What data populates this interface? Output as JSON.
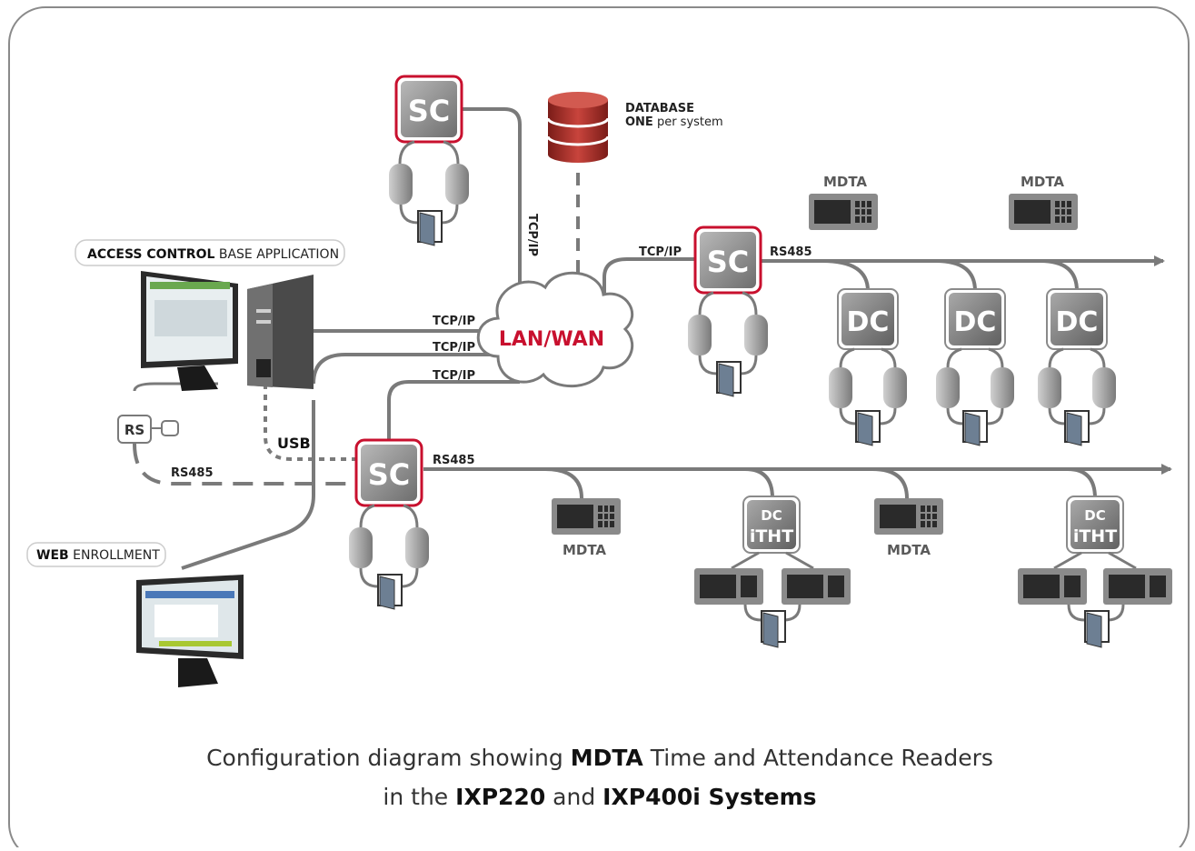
{
  "labels": {
    "database_title": "DATABASE",
    "database_one": "ONE",
    "database_rest": " per system",
    "lan_wan": "LAN/WAN",
    "tcpip": "TCP/IP",
    "rs485": "RS485",
    "usb": "USB",
    "rs": "RS",
    "sc": "SC",
    "dc": "DC",
    "dc_small": "DC",
    "itht": "iTHT",
    "mdta": "MDTA"
  },
  "access_control": {
    "bold": "ACCESS CONTROL",
    "rest": " BASE APPLICATION"
  },
  "web_enrollment": {
    "bold": "WEB",
    "rest": " ENROLLMENT"
  },
  "caption": {
    "line1_pre": "Configuration diagram showing ",
    "line1_bold": "MDTA",
    "line1_post": " Time and Attendance Readers",
    "line2_pre": "in the ",
    "line2_bold1": "IXP220",
    "line2_mid": " and ",
    "line2_bold2": "IXP400i Systems"
  },
  "colors": {
    "line": "#7a7a7a",
    "accent_red": "#c8102e",
    "device_gray": "#8a8a8a",
    "database_red": "#b0302a"
  }
}
